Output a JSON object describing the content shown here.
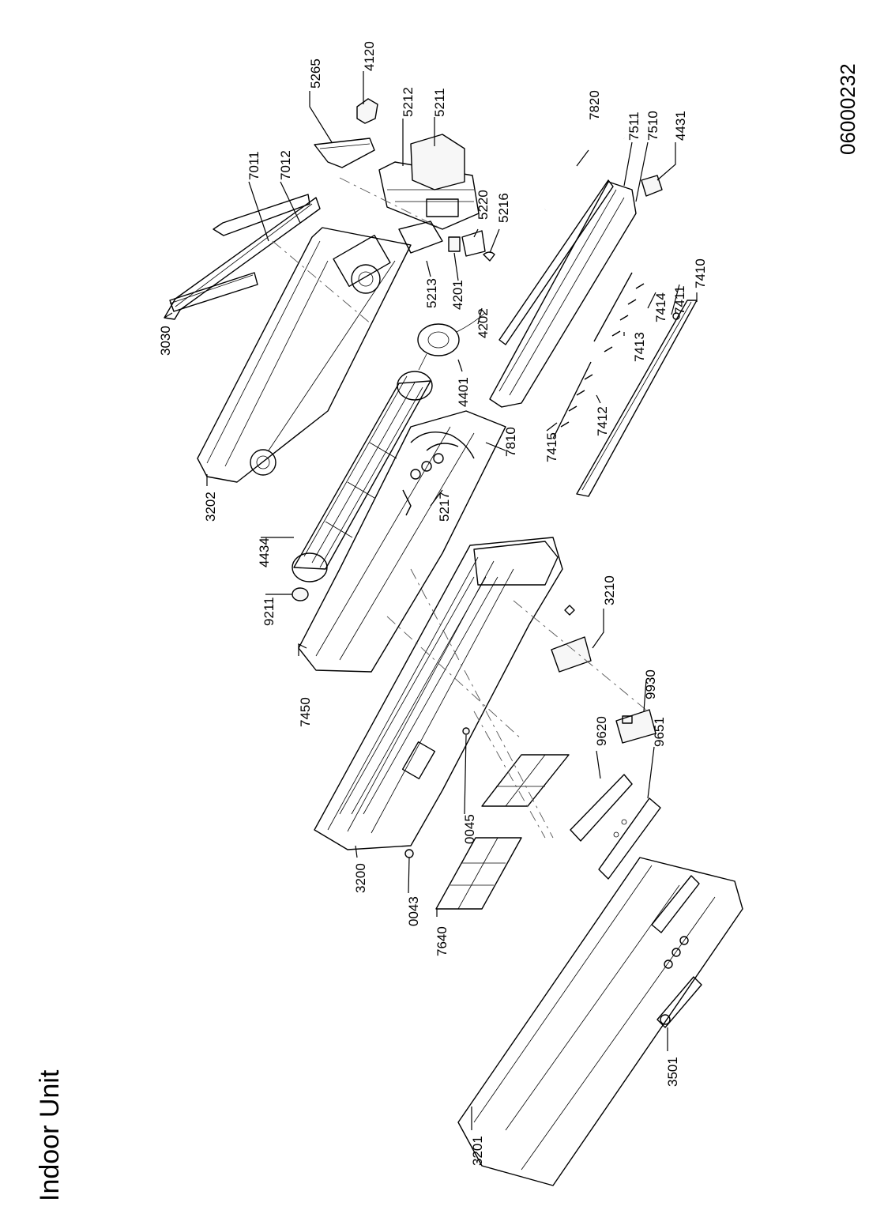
{
  "title": "Indoor Unit",
  "document_code": "06000232",
  "part_labels": {
    "p5265": "5265",
    "p4120": "4120",
    "p5212": "5212",
    "p5211": "5211",
    "p7820": "7820",
    "p7511": "7511",
    "p7510": "7510",
    "p4431": "4431",
    "p7011": "7011",
    "p7012": "7012",
    "p5220": "5220",
    "p5216": "5216",
    "p5213": "5213",
    "p4201": "4201",
    "p4202": "4202",
    "p7411": "7411",
    "p7410": "7410",
    "p7414": "7414",
    "p7413": "7413",
    "p3030": "3030",
    "p4401": "4401",
    "p7412": "7412",
    "p7810": "7810",
    "p7415": "7415",
    "p5217": "5217",
    "p3202": "3202",
    "p4434": "4434",
    "p3210": "3210",
    "p9211": "9211",
    "p9930": "9930",
    "p7450": "7450",
    "p9620": "9620",
    "p9651": "9651",
    "p0045": "0045",
    "p3200": "3200",
    "p0043": "0043",
    "p7640": "7640",
    "p3501": "3501",
    "p3201": "3201"
  }
}
